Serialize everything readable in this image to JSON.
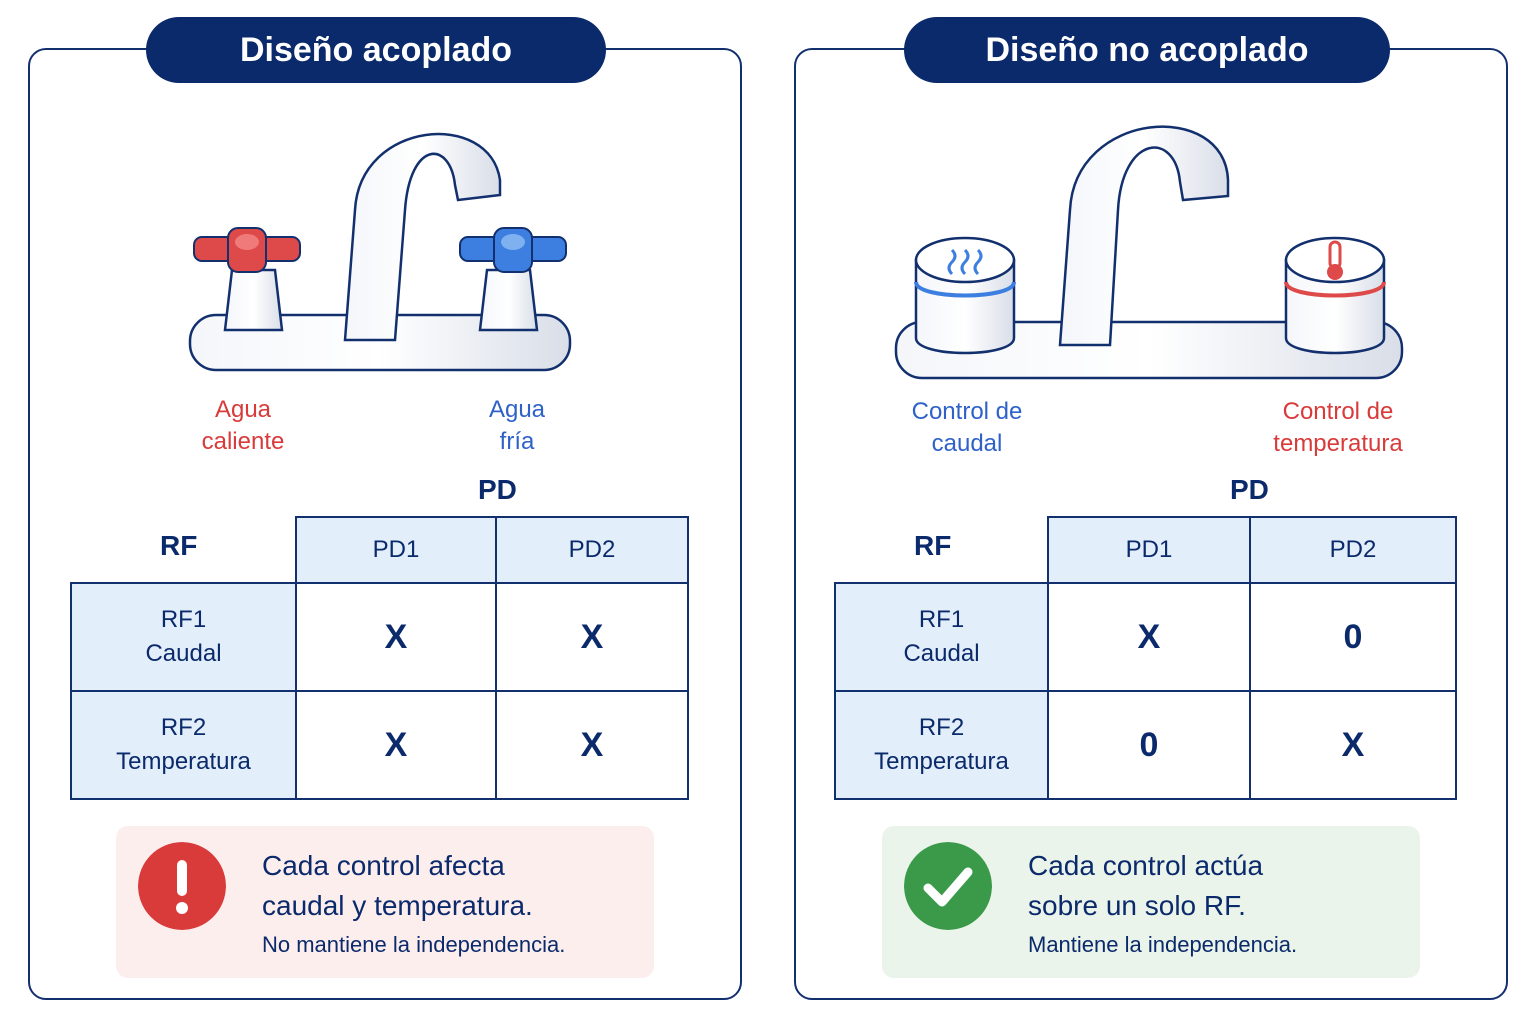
{
  "left": {
    "title": "Diseño acoplado",
    "hot_label": [
      "Agua",
      "caliente"
    ],
    "cold_label": [
      "Agua",
      "fría"
    ],
    "pd_header": "PD",
    "rf_header": "RF",
    "columns": [
      "PD1",
      "PD2"
    ],
    "rows": [
      {
        "id": "RF1",
        "name": "Caudal",
        "cells": [
          "X",
          "X"
        ]
      },
      {
        "id": "RF2",
        "name": "Temperatura",
        "cells": [
          "X",
          "X"
        ]
      }
    ],
    "note_main": [
      "Cada control afecta",
      "caudal y temperatura."
    ],
    "note_sub": "No mantiene la independencia."
  },
  "right": {
    "title": "Diseño no acoplado",
    "flow_label": [
      "Control de",
      "caudal"
    ],
    "temp_label": [
      "Control de",
      "temperatura"
    ],
    "pd_header": "PD",
    "rf_header": "RF",
    "columns": [
      "PD1",
      "PD2"
    ],
    "rows": [
      {
        "id": "RF1",
        "name": "Caudal",
        "cells": [
          "X",
          "0"
        ]
      },
      {
        "id": "RF2",
        "name": "Temperatura",
        "cells": [
          "0",
          "X"
        ]
      }
    ],
    "note_main": [
      "Cada control actúa",
      "sobre un solo RF."
    ],
    "note_sub": "Mantiene la independencia."
  },
  "colors": {
    "navy": "#0b2a6b",
    "red": "#d93a3a",
    "blue": "#2e62c8",
    "green": "#3a9a4a",
    "hot_bg": "#fdeeee",
    "cool_bg": "#ebf4ea",
    "header_bg": "#e3eefb"
  },
  "icons": [
    "exclamation-icon",
    "check-icon",
    "heat-waves-icon",
    "thermometer-icon"
  ]
}
